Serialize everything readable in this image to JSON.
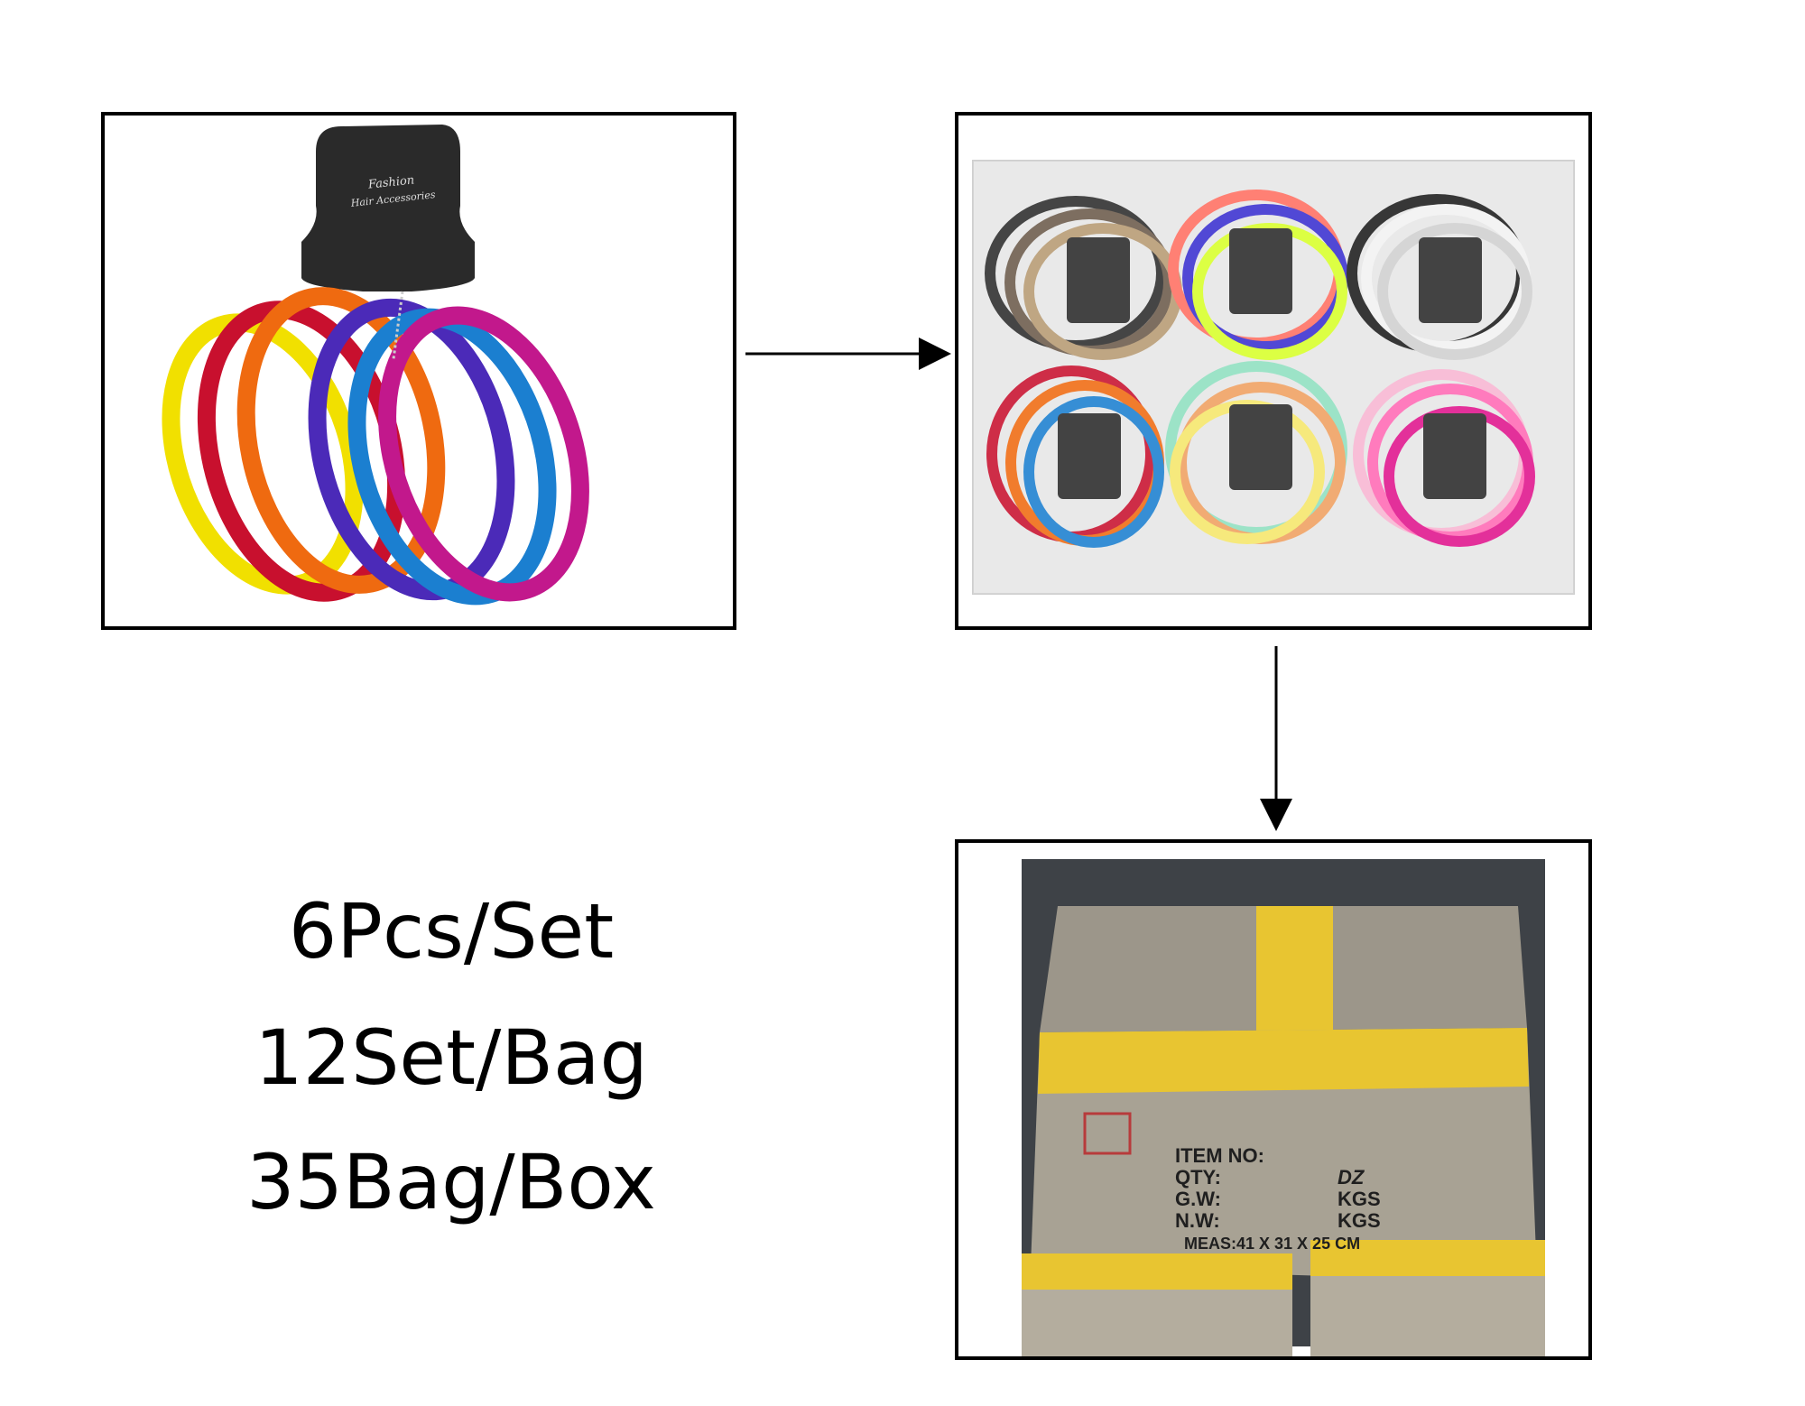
{
  "card_panel": {
    "card_brand_line1": "Fashion",
    "card_brand_line2": "Hair Accessories",
    "band_colors": [
      "#f1e000",
      "#c8102e",
      "#ef6a10",
      "#4b2ab8",
      "#1b7fd0",
      "#c2188c"
    ]
  },
  "bag_panel": {
    "groups": [
      {
        "colors": [
          "#2c2c2c",
          "#6b5a4a",
          "#b79a72"
        ]
      },
      {
        "colors": [
          "#ff6f61",
          "#3a2fd0",
          "#d8ff2a"
        ]
      },
      {
        "colors": [
          "#1c1c1c",
          "#f2f2f2",
          "#d0d0d0"
        ]
      },
      {
        "colors": [
          "#c8102e",
          "#1b7fd0",
          "#ef6a10"
        ]
      },
      {
        "colors": [
          "#f5e66a",
          "#8fe0c0",
          "#f0a060"
        ]
      },
      {
        "colors": [
          "#ff69b4",
          "#e0148c",
          "#f7b6d2"
        ]
      }
    ]
  },
  "box_panel": {
    "label_lines": [
      "ITEM NO:",
      "QTY:",
      "G.W:",
      "N.W:",
      "MEAS:41 X 31 X 25 CM"
    ],
    "label_values": [
      "DZ",
      "KGS",
      "KGS"
    ],
    "tape_color": "#e8c531",
    "carton_color": "#a09a8c"
  },
  "packing": {
    "line1": "6Pcs/Set",
    "line2": "12Set/Bag",
    "line3": "35Bag/Box"
  }
}
